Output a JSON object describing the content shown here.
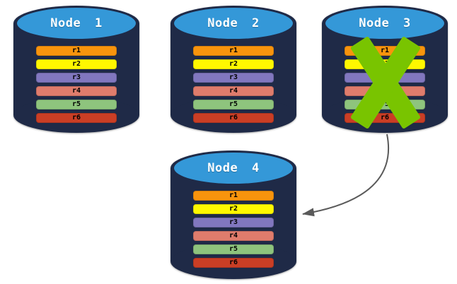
{
  "colors": {
    "background": "#FFFFFF",
    "cylinder_body": "#1F2A47",
    "cylinder_top": "#3498D8",
    "title_text": "#FFFFFF",
    "row_text": "#000000",
    "cross": "#79C400",
    "arrow": "#5A5A5A"
  },
  "nodes": [
    {
      "title": "Node 1",
      "rows": [
        {
          "label": "r1",
          "color": "#F8940D"
        },
        {
          "label": "r2",
          "color": "#FFF800"
        },
        {
          "label": "r3",
          "color": "#8177BF"
        },
        {
          "label": "r4",
          "color": "#DF7C6C"
        },
        {
          "label": "r5",
          "color": "#8EC47D"
        },
        {
          "label": "r6",
          "color": "#CA3E25"
        }
      ]
    },
    {
      "title": "Node 2",
      "rows": [
        {
          "label": "r1",
          "color": "#F8940D"
        },
        {
          "label": "r2",
          "color": "#FFF800"
        },
        {
          "label": "r3",
          "color": "#8177BF"
        },
        {
          "label": "r4",
          "color": "#DF7C6C"
        },
        {
          "label": "r5",
          "color": "#8EC47D"
        },
        {
          "label": "r6",
          "color": "#CA3E25"
        }
      ]
    },
    {
      "title": "Node 3",
      "crossed_out": true,
      "rows": [
        {
          "label": "r1",
          "color": "#F8940D"
        },
        {
          "label": "r2",
          "color": "#FFF800"
        },
        {
          "label": "r3",
          "color": "#8177BF"
        },
        {
          "label": "r4",
          "color": "#DF7C6C"
        },
        {
          "label": "r5",
          "color": "#8EC47D"
        },
        {
          "label": "r6",
          "color": "#CA3E25"
        }
      ]
    },
    {
      "title": "Node 4",
      "rows": [
        {
          "label": "r1",
          "color": "#F8940D"
        },
        {
          "label": "r2",
          "color": "#FFF800"
        },
        {
          "label": "r3",
          "color": "#8177BF"
        },
        {
          "label": "r4",
          "color": "#DF7C6C"
        },
        {
          "label": "r5",
          "color": "#8EC47D"
        },
        {
          "label": "r6",
          "color": "#CA3E25"
        }
      ]
    }
  ],
  "arrow": {
    "from": "Node 3",
    "to": "Node 4"
  }
}
